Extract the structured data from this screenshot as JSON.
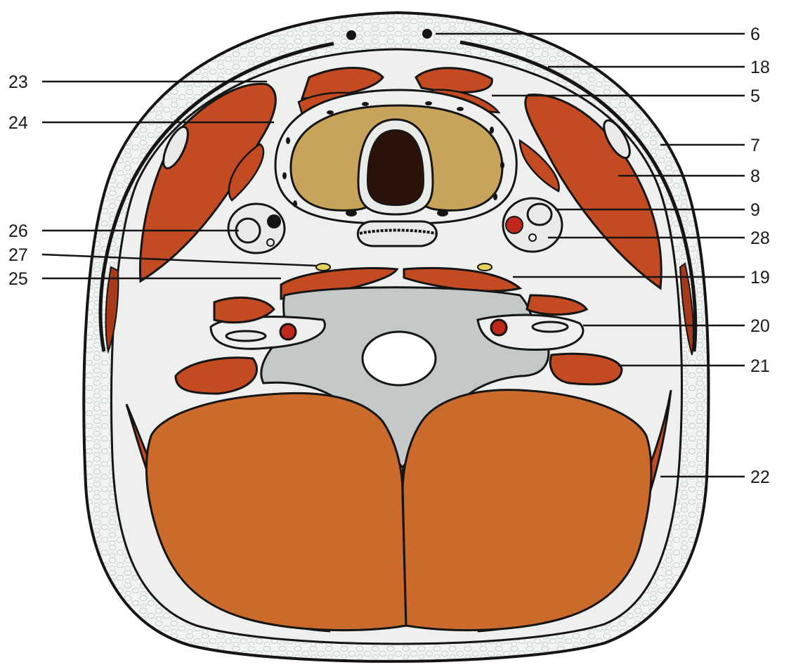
{
  "figure": {
    "colors": {
      "background": "#ffffff",
      "outline": "#151515",
      "fat": "#f1f4f1",
      "fat_cell": "#c8cfca",
      "muscle": "#c44a22",
      "muscle_dark": "#a8391a",
      "back_muscle": "#cc6a2c",
      "thyroid": "#c8a45a",
      "lumen": "#2a1208",
      "fascia": "#eef0ee",
      "vertebra": "#c4c8c8",
      "spinal_cord": "#ffffff",
      "artery": "#c0291a",
      "cartilage": "#e9ebe9"
    },
    "labels": {
      "l6": "6",
      "l18": "18",
      "l5": "5",
      "l7": "7",
      "l8": "8",
      "l9": "9",
      "l28": "28",
      "l19": "19",
      "l20": "20",
      "l21": "21",
      "l22": "22",
      "l23": "23",
      "l24": "24",
      "l26": "26",
      "l27": "27",
      "l25": "25"
    }
  }
}
